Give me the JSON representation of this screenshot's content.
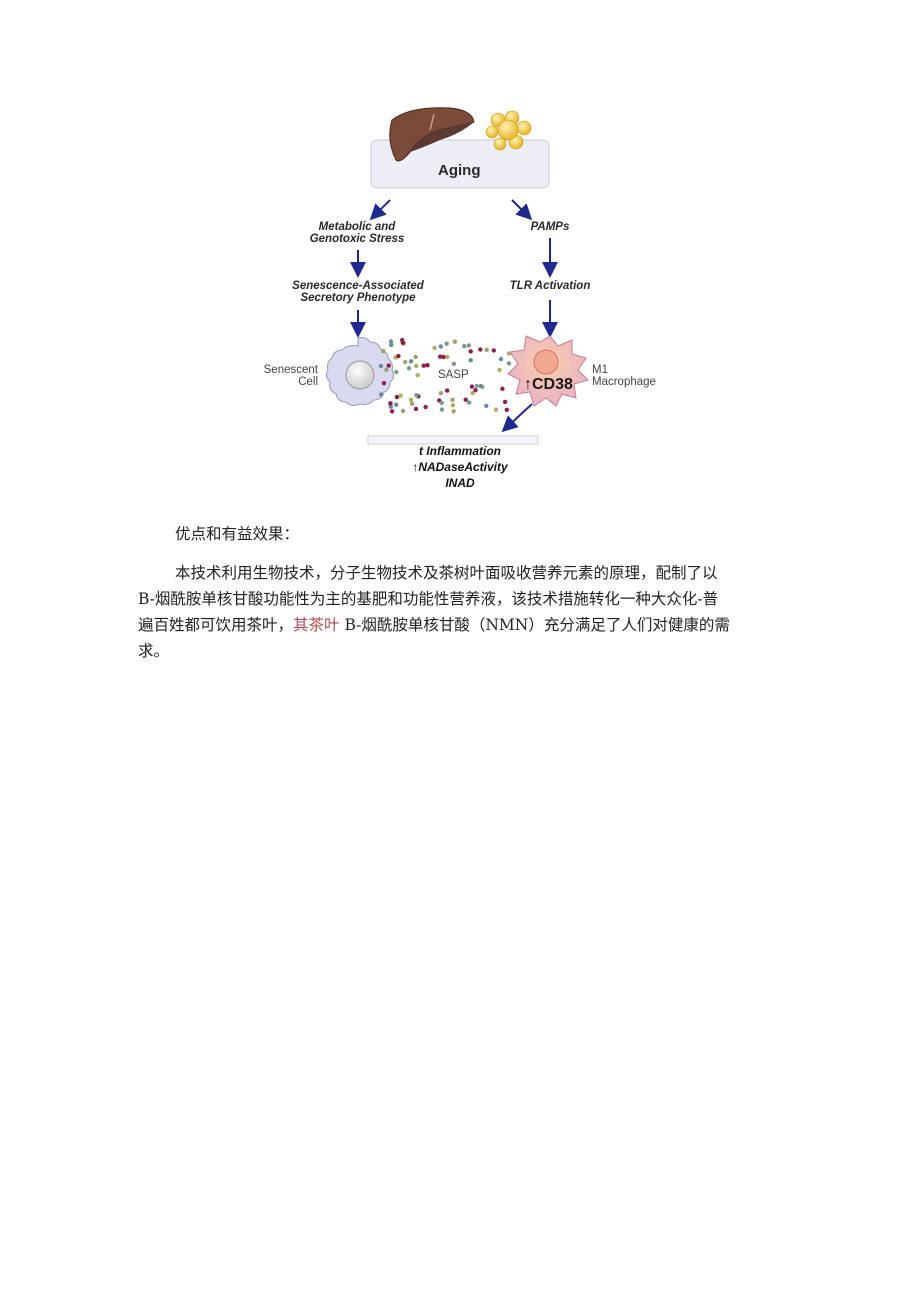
{
  "figure": {
    "top_box_label": "Aging",
    "left_path": {
      "step1": [
        "Metabolic and",
        "Genotoxic Stress"
      ],
      "step2": [
        "Senescence-Associated",
        "Secretory Phenotype"
      ]
    },
    "right_path": {
      "step1": "PAMPs",
      "step2": "TLR Activation"
    },
    "senescent_cell_label": [
      "Senescent",
      "Cell"
    ],
    "sasp_label": "SASP",
    "macrophage_label": [
      "M1",
      "Macrophage"
    ],
    "cd38_label": "↑CD38",
    "outcomes": [
      "t Inflammation",
      "↑NADaseActivity",
      "INAD"
    ],
    "colors": {
      "arrow": "#1f2a8c",
      "liver": "#7a4a3a",
      "fat": "#f2c94c",
      "senescent_cell": "#d9d9f0",
      "macrophage": "#f3c0c8",
      "box": "#eeeef6"
    }
  },
  "document": {
    "heading": "优点和有益效果：",
    "paragraph": {
      "line1": "本技术利用生物技术，分子生物技术及茶树叶面吸收营养元素的原理，配制了以",
      "line2": "B-烟酰胺单核甘酸功能性为主的基肥和功能性营养液，该技术措施转化一种大众化-普",
      "line3_a": "遍百姓都可饮用茶叶，",
      "line3_highlight": "其茶叶",
      "line3_b": " B-烟酰胺单核甘酸（NMN）充分满足了人们对健康的需",
      "line4": "求。"
    },
    "highlight_color": "#b05050"
  }
}
